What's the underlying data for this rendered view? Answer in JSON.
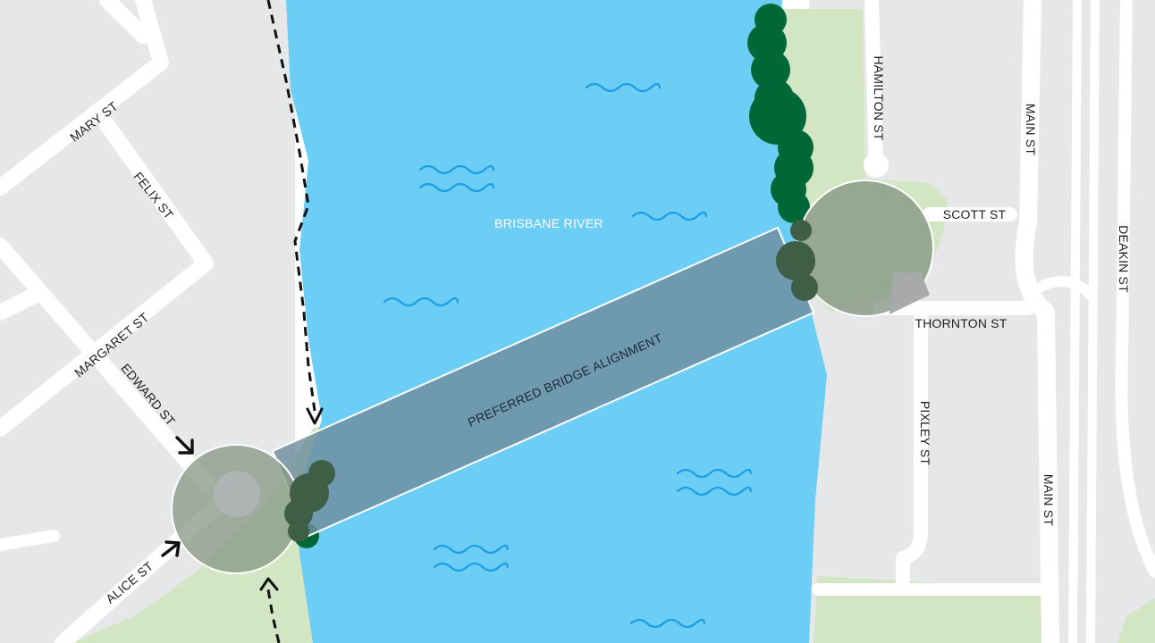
{
  "map": {
    "colors": {
      "land": "#e6e7e8",
      "road": "#ffffff",
      "water": "#6ccdf5",
      "park": "#d3e6c3",
      "tree_dark": "#006837",
      "tree_muted": "#3e5f45",
      "wave": "#1a9ee6",
      "bridge_band": "#6f8d9f",
      "landing_circle": "#8a9a88",
      "path_arrow": "#111111"
    },
    "river_label": "BRISBANE RIVER",
    "bridge_label": "PREFERRED BRIDGE ALIGNMENT",
    "streets": {
      "mary": "MARY ST",
      "felix": "FELIX ST",
      "margaret": "MARGARET ST",
      "edward": "EDWARD ST",
      "alice": "ALICE ST",
      "hamilton": "HAMILTON ST",
      "main_upper": "MAIN ST",
      "scott": "SCOTT ST",
      "thornton": "THORNTON ST",
      "pixley": "PIXLEY ST",
      "main_lower": "MAIN ST",
      "deakin": "DEAKIN ST"
    },
    "icons": {
      "water_waves": "wave-icon",
      "arrow": "arrow-icon",
      "tree": "tree-icon"
    }
  }
}
